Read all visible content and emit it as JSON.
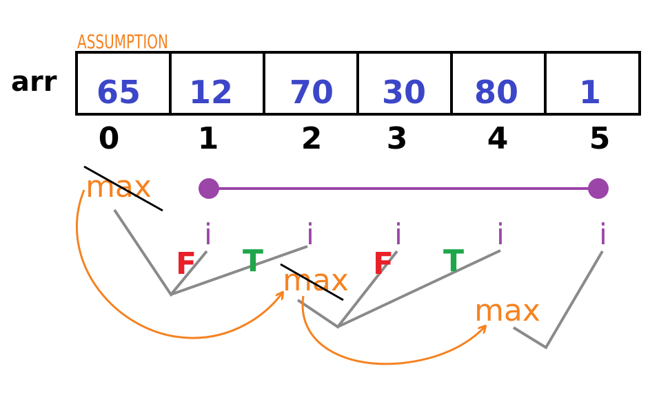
{
  "assumption_label": "ASSUMPTION",
  "array_name": "arr",
  "values": [
    "65",
    "12",
    "70",
    "30",
    "80",
    "1"
  ],
  "indices": [
    "0",
    "1",
    "2",
    "3",
    "4",
    "5"
  ],
  "max_label": "max",
  "i_label": "i",
  "false_label": "F",
  "true_label": "T",
  "colors": {
    "orange": "#f58220",
    "blue": "#3c46c8",
    "purple": "#9b45a8",
    "red": "#e8202a",
    "green": "#1fa64a",
    "gray": "#8a8a8a",
    "black": "#000000"
  }
}
